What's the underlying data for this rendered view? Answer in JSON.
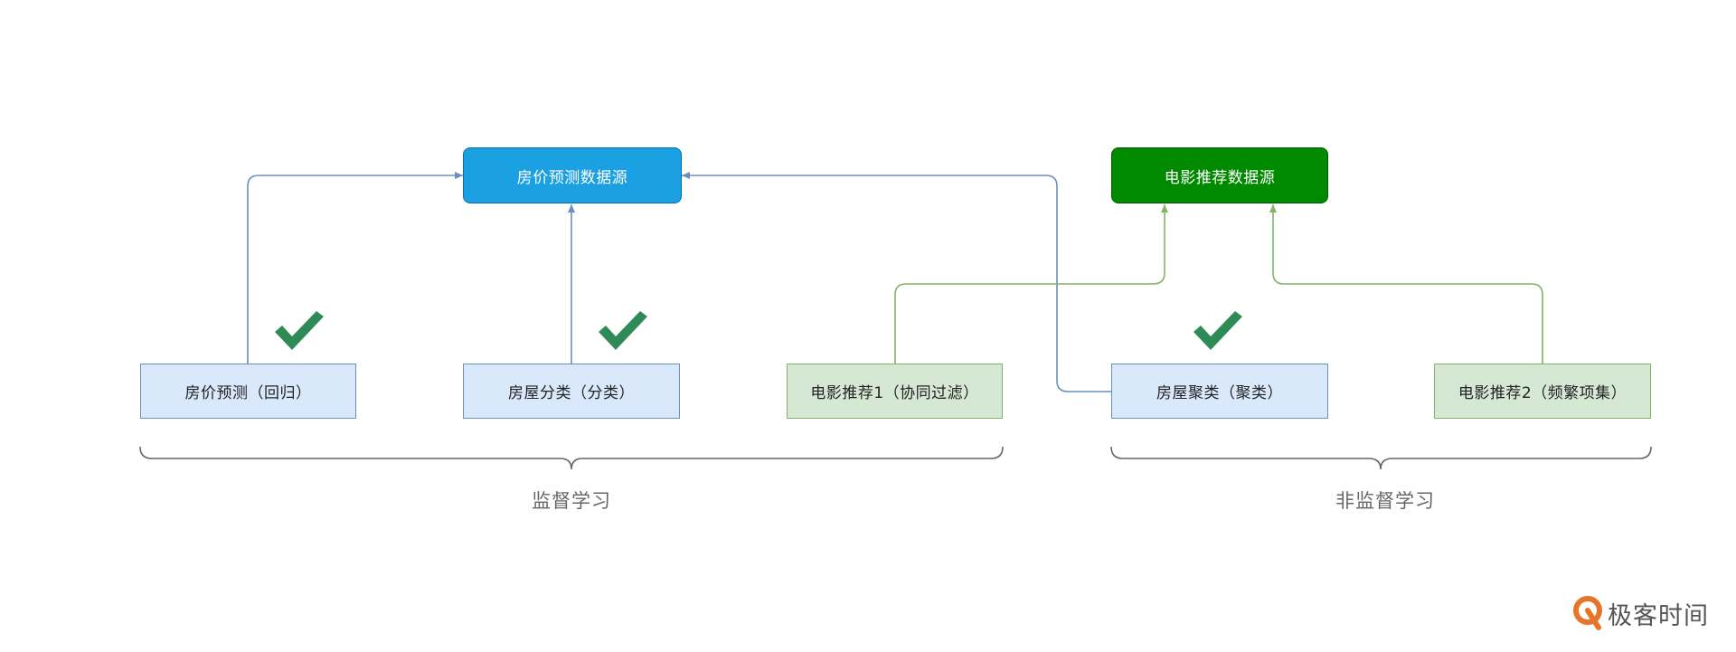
{
  "sources": {
    "house": "房价预测数据源",
    "movie": "电影推荐数据源"
  },
  "models": {
    "price_regression": "房价预测（回归）",
    "house_classification": "房屋分类（分类）",
    "movie_rec_1": "电影推荐1（协同过滤）",
    "house_clustering": "房屋聚类（聚类）",
    "movie_rec_2": "电影推荐2（频繁项集）"
  },
  "groups": {
    "supervised": "监督学习",
    "unsupervised": "非监督学习"
  },
  "marks": {
    "check_icon": "checkmark-icon",
    "checked_models": [
      "price_regression",
      "house_classification",
      "house_clustering"
    ]
  },
  "colors": {
    "blue_source_fill": "#1ba1e2",
    "green_source_fill": "#008a00",
    "blue_model_fill": "#dae8fc",
    "blue_model_border": "#6c8ebf",
    "green_model_fill": "#d5e8d4",
    "green_model_border": "#82b366",
    "check": "#2e8b57",
    "brand": "#e8742a"
  },
  "brand": {
    "name": "极客时间",
    "icon": "geektime-logo-icon"
  }
}
